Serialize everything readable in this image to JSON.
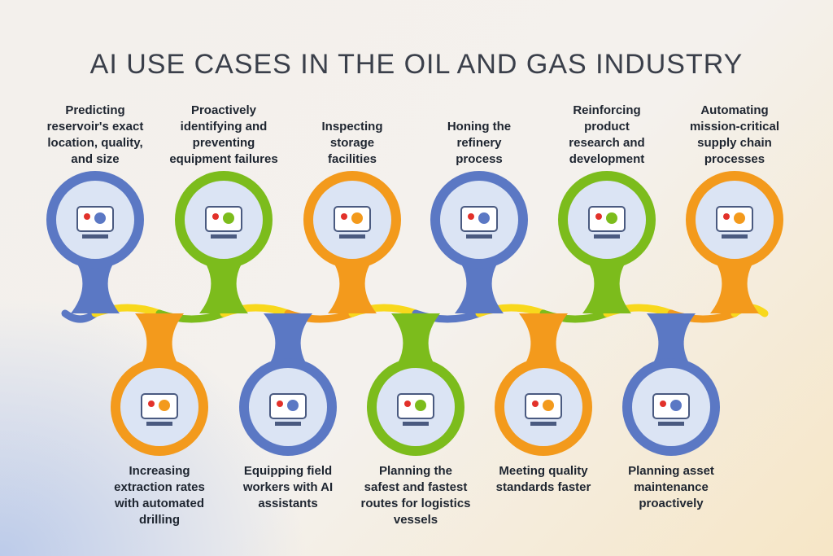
{
  "title": "AI USE CASES IN THE OIL AND GAS INDUSTRY",
  "top_items": [
    {
      "label": "Predicting\nreservoir's exact\nlocation, quality,\nand size",
      "icon": "map-magnifier-icon",
      "color": "#5b78c4"
    },
    {
      "label": "Proactively\nidentifying and\npreventing\nequipment failures",
      "icon": "computer-error-icon",
      "color": "#7cbc1c"
    },
    {
      "label": "Inspecting\nstorage\nfacilities",
      "icon": "warehouse-worker-icon",
      "color": "#f39a1c"
    },
    {
      "label": "Honing the\nrefinery\nprocess",
      "icon": "refinery-icon",
      "color": "#5b78c4"
    },
    {
      "label": "Reinforcing\nproduct\nresearch and\ndevelopment",
      "icon": "lab-robot-icon",
      "color": "#7cbc1c"
    },
    {
      "label": "Automating\nmission-critical\nsupply chain\nprocesses",
      "icon": "dashboard-worker-icon",
      "color": "#f39a1c"
    }
  ],
  "bottom_items": [
    {
      "label": "Increasing\nextraction rates\nwith automated\ndrilling",
      "icon": "oil-rig-icon",
      "color": "#f39a1c"
    },
    {
      "label": "Equipping field\nworkers with AI\nassistants",
      "icon": "worker-assistant-icon",
      "color": "#5b78c4"
    },
    {
      "label": "Planning the\nsafest and fastest\nroutes for logistics\nvessels",
      "icon": "ship-route-icon",
      "color": "#7cbc1c"
    },
    {
      "label": "Meeting quality\nstandards faster",
      "icon": "certificate-icon",
      "color": "#f39a1c"
    },
    {
      "label": "Planning asset\nmaintenance\nproactively",
      "icon": "maintenance-plan-icon",
      "color": "#5b78c4"
    }
  ],
  "connector_yellow": "#f8d81c"
}
